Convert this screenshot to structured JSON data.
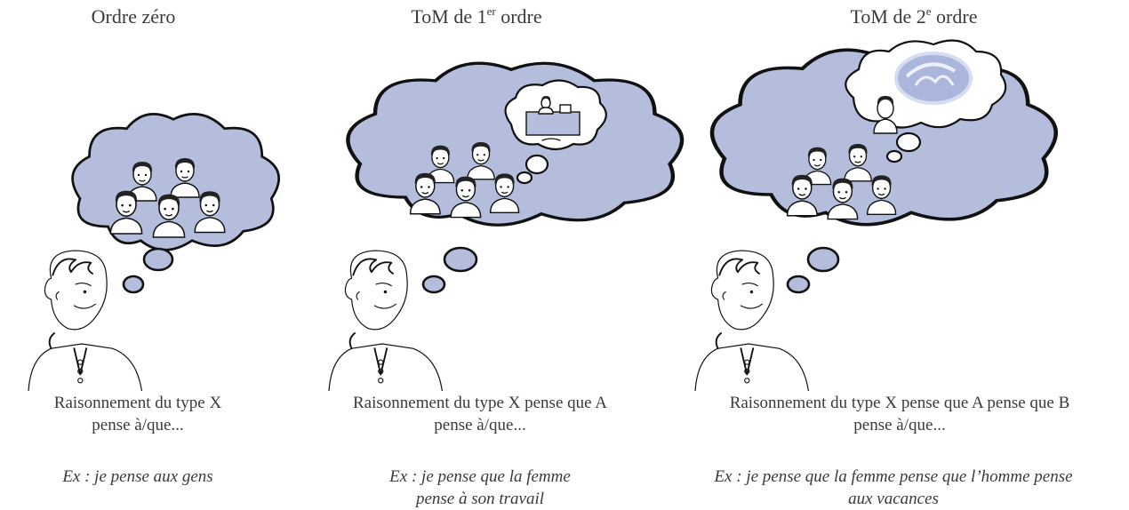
{
  "panels": [
    {
      "title": "Ordre zéro",
      "caption_line1": "Raisonnement du type X",
      "caption_line2": "pense à/que...",
      "example_line1": "Ex : je pense aux gens",
      "example_line2": ""
    },
    {
      "title_main": "ToM de 1",
      "title_sup": "er",
      "title_rest": " ordre",
      "caption_line1": "Raisonnement du type X pense que A",
      "caption_line2": "pense à/que...",
      "example_line1": "Ex : je pense que la femme",
      "example_line2": "pense à son travail"
    },
    {
      "title_main": "ToM de 2",
      "title_sup": "e",
      "title_rest": " ordre",
      "caption_line1": "Raisonnement du type X pense que A pense que B",
      "caption_line2": "pense à/que...",
      "example_line1": "Ex : je pense que la femme pense que l’homme pense",
      "example_line2": "aux vacances"
    }
  ],
  "colors": {
    "cloud_fill": "#b4bddc",
    "ink": "#111111",
    "text": "#3a3a3a"
  }
}
